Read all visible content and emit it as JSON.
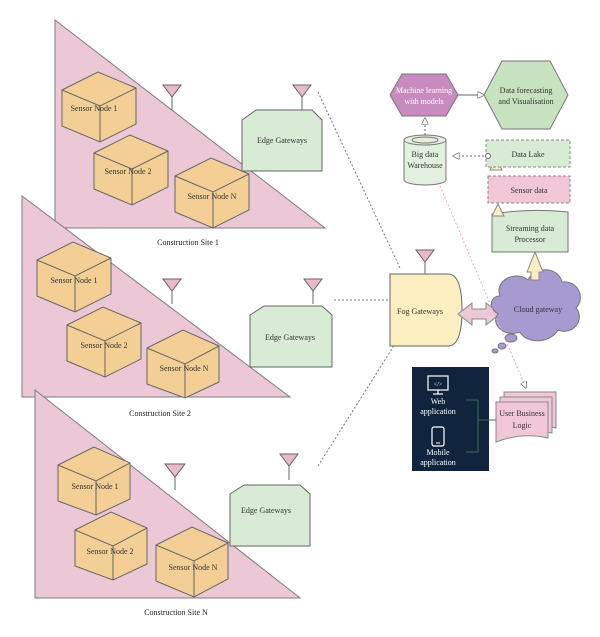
{
  "sites": [
    {
      "caption": "Construction Site 1",
      "gateway": "Edge Gateways",
      "nodes": [
        "Sensor Node 1",
        "Sensor Node 2",
        "Sensor Node N"
      ]
    },
    {
      "caption": "Construction Site 2",
      "gateway": "Edge Gateways",
      "nodes": [
        "Sensor Node 1",
        "Sensor Node 2",
        "Sensor Node N"
      ]
    },
    {
      "caption": "Construction Site N",
      "gateway": "Edge Gateways",
      "nodes": [
        "Sensor Node 1",
        "Sensor Node 2",
        "Sensor Node N"
      ]
    }
  ],
  "fog": {
    "label": "Fog Gateways"
  },
  "cloud": {
    "label": "Cloud gateway"
  },
  "pipeline": {
    "ml_line1": "Machine learning",
    "ml_line2": "with models",
    "forecast_line1": "Data forecasting",
    "forecast_line2": "and Visualisation",
    "warehouse_line1": "Big data",
    "warehouse_line2": "Warehouse",
    "lake": "Data Lake",
    "sensor_data": "Sensor data",
    "stream_line1": "Streaming data",
    "stream_line2": "Processor"
  },
  "apps": {
    "web_line1": "Web",
    "web_line2": "application",
    "mobile_line1": "Mobile",
    "mobile_line2": "application",
    "web_icon_glyph": "</>",
    "business_line1": "User Business",
    "business_line2": "Logic"
  },
  "colors": {
    "site_triangle": "#ecc7d6",
    "sensor_cube": "#f3cf95",
    "gateway": "#d7ebd5",
    "fog": "#fbefc1",
    "cloud": "#a79ad0",
    "ml": "#c98ac0",
    "forecast": "#c6e2bf",
    "app_panel": "#10253d",
    "antenna": "#ebb9cb"
  },
  "icons": {
    "antenna": "antenna-icon",
    "web": "monitor-code-icon",
    "mobile": "smartphone-icon"
  }
}
